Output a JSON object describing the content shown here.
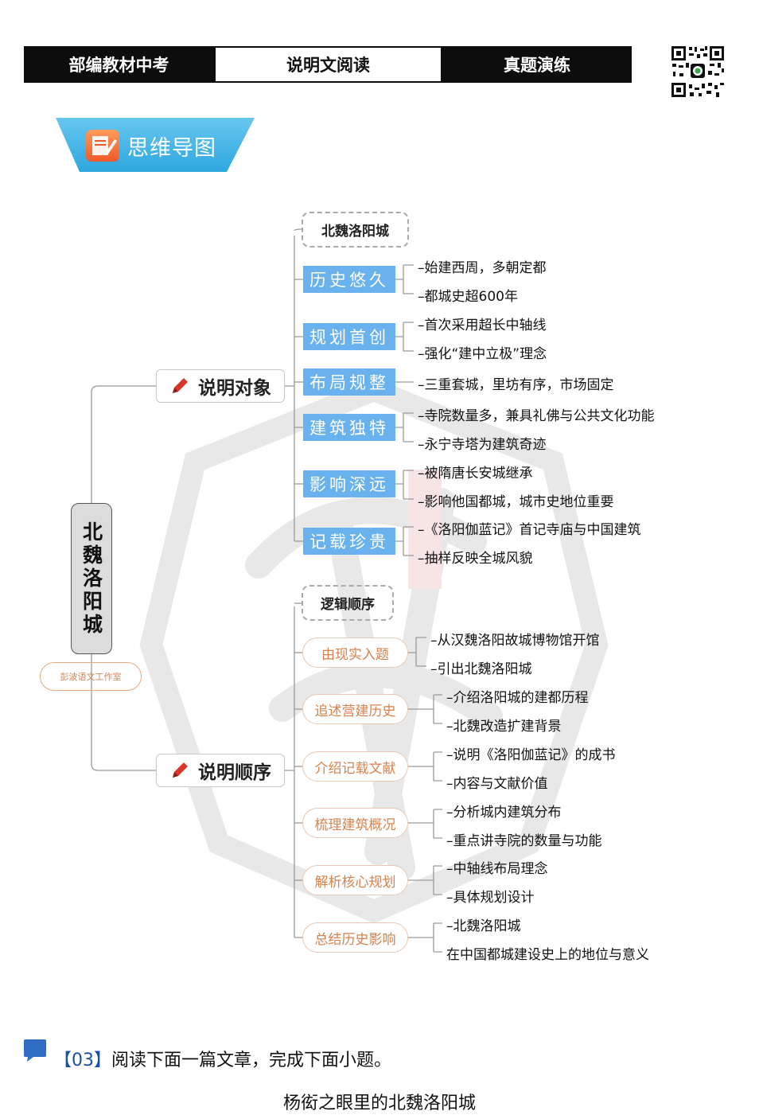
{
  "header": {
    "left": "部编教材中考",
    "center": "说明文阅读",
    "right": "真题演练"
  },
  "banner": {
    "label": "思维导图"
  },
  "mindmap": {
    "root": "北魏洛阳城",
    "stamp": "彭波语文工作室",
    "branch1": {
      "label": "说明对象",
      "header": "北魏洛阳城",
      "groups": [
        {
          "tag": "历史悠久",
          "items": [
            "–始建西周，多朝定都",
            "–都城史超600年"
          ]
        },
        {
          "tag": "规划首创",
          "items": [
            "–首次采用超长中轴线",
            "–强化“建中立极”理念"
          ]
        },
        {
          "tag": "布局规整",
          "items": [
            "–三重套城，里坊有序，市场固定"
          ]
        },
        {
          "tag": "建筑独特",
          "items": [
            "–寺院数量多，兼具礼佛与公共文化功能",
            "–永宁寺塔为建筑奇迹"
          ]
        },
        {
          "tag": "影响深远",
          "items": [
            "–被隋唐长安城继承",
            "–影响他国都城，城市史地位重要"
          ]
        },
        {
          "tag": "记载珍贵",
          "items": [
            "–《洛阳伽蓝记》首记寺庙与中国建筑",
            "–抽样反映全城风貌"
          ]
        }
      ]
    },
    "branch2": {
      "label": "说明顺序",
      "header": "逻辑顺序",
      "groups": [
        {
          "tag": "由现实入题",
          "items": [
            "–从汉魏洛阳故城博物馆开馆",
            "–引出北魏洛阳城"
          ]
        },
        {
          "tag": "追述营建历史",
          "items": [
            "–介绍洛阳城的建都历程",
            "–北魏改造扩建背景"
          ]
        },
        {
          "tag": "介绍记载文献",
          "items": [
            "–说明《洛阳伽蓝记》的成书",
            "–内容与文献价值"
          ]
        },
        {
          "tag": "梳理建筑概况",
          "items": [
            "–分析城内建筑分布",
            "–重点讲寺院的数量与功能"
          ]
        },
        {
          "tag": "解析核心规划",
          "items": [
            "–中轴线布局理念",
            "–具体规划设计"
          ]
        },
        {
          "tag": "总结历史影响",
          "items": [
            "–北魏洛阳城",
            "在中国都城建设史上的地位与意义"
          ]
        }
      ]
    }
  },
  "task": {
    "num": "【03】",
    "text": "阅读下面一篇文章，完成下面小题。"
  },
  "article_title": "杨衒之眼里的北魏洛阳城",
  "colors": {
    "blue_tag": "#69b2ee",
    "orange_text": "#d68350",
    "banner": "#3aaee3"
  }
}
